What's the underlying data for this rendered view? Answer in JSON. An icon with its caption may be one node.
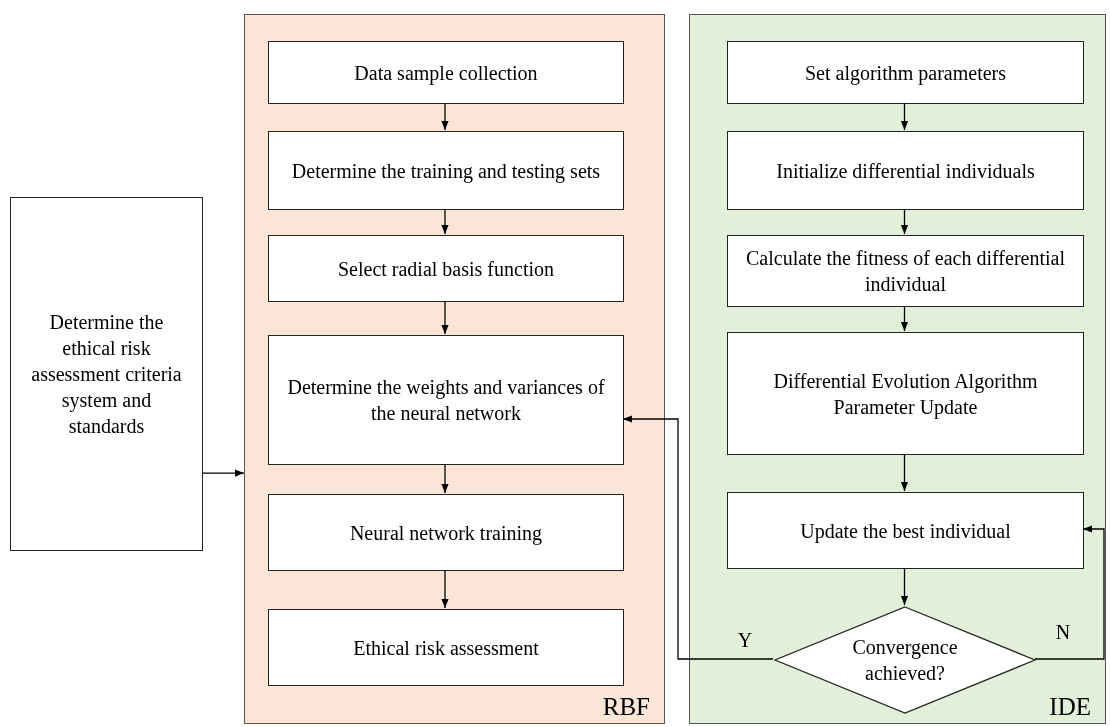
{
  "diagram": {
    "nodes": [
      {
        "text": [
          "Determine the ethical risk assessment criteria system and standards"
        ]
      },
      {
        "text": [
          "RBF"
        ]
      },
      {
        "text": [
          "Data sample collection"
        ],
        "in": 1
      },
      {
        "text": [
          "Determine the training and testing sets"
        ],
        "in": 1
      },
      {
        "text": [
          "Select radial basis function"
        ],
        "in": 1
      },
      {
        "text": [
          "Determine the weights and variances of the neural network"
        ],
        "in": 1
      },
      {
        "text": [
          "Neural network training"
        ],
        "in": 1
      },
      {
        "text": [
          "Ethical risk assessment"
        ],
        "in": 1
      },
      {
        "text": [
          "IDE"
        ]
      },
      {
        "text": [
          "Set algorithm parameters"
        ],
        "in": 8
      },
      {
        "text": [
          "Initialize differential individuals"
        ],
        "in": 8
      },
      {
        "text": [
          "Calculate the fitness of each differential individual"
        ],
        "in": 8
      },
      {
        "text": [
          "Differential Evolution Algorithm Parameter Update"
        ],
        "in": 8
      },
      {
        "text": [
          "Update the best individual"
        ],
        "in": 8
      },
      {
        "text": [
          "Convergence achieved?"
        ],
        "in": 8
      }
    ],
    "edges": [
      {
        "from": 0,
        "to": 1,
        "arrow": "to"
      },
      {
        "from": 2,
        "to": 3,
        "arrow": "to"
      },
      {
        "from": 3,
        "to": 4,
        "arrow": "to"
      },
      {
        "from": 4,
        "to": 5,
        "arrow": "to"
      },
      {
        "from": 5,
        "to": 6,
        "arrow": "to"
      },
      {
        "from": 6,
        "to": 7,
        "arrow": "to"
      },
      {
        "from": 9,
        "to": 10,
        "arrow": "to"
      },
      {
        "from": 10,
        "to": 11,
        "arrow": "to"
      },
      {
        "from": 11,
        "to": 12,
        "arrow": "to"
      },
      {
        "from": 12,
        "to": 13,
        "arrow": "to"
      },
      {
        "from": 13,
        "to": 14,
        "arrow": "to"
      },
      {
        "from": 14,
        "to": 5,
        "arrow": "to",
        "label": "Y"
      },
      {
        "from": 14,
        "to": 13,
        "arrow": "to",
        "label": "N"
      }
    ]
  }
}
